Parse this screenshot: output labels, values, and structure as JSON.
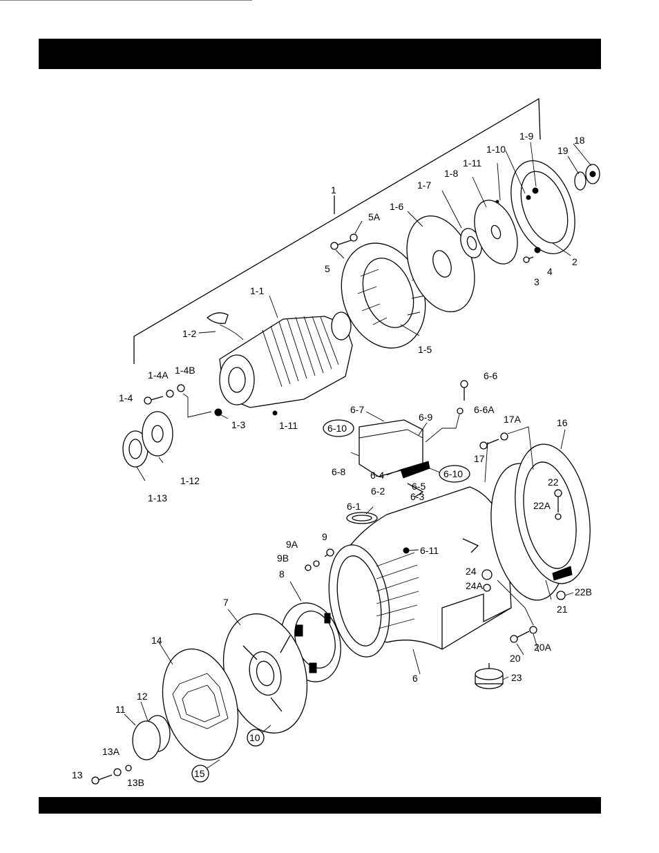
{
  "labels": {
    "l1": "1",
    "l1_1": "1-1",
    "l1_2": "1-2",
    "l1_3": "1-3",
    "l1_4": "1-4",
    "l1_4a": "1-4A",
    "l1_4b": "1-4B",
    "l1_5": "1-5",
    "l1_6": "1-6",
    "l1_7": "1-7",
    "l1_8": "1-8",
    "l1_9": "1-9",
    "l1_10": "1-10",
    "l1_11a": "1-11",
    "l1_11b": "1-11",
    "l1_12": "1-12",
    "l1_13": "1-13",
    "l2": "2",
    "l3": "3",
    "l4": "4",
    "l5": "5",
    "l5a": "5A",
    "l6": "6",
    "l6_1": "6-1",
    "l6_2": "6-2",
    "l6_3": "6-3",
    "l6_4": "6-4",
    "l6_5": "6-5",
    "l6_6": "6-6",
    "l6_6a": "6-6A",
    "l6_7": "6-7",
    "l6_8": "6-8",
    "l6_9": "6-9",
    "l6_10a": "6-10",
    "l6_10b": "6-10",
    "l6_11": "6-11",
    "l7": "7",
    "l8": "8",
    "l9": "9",
    "l9a": "9A",
    "l9b": "9B",
    "l10": "10",
    "l11": "11",
    "l12": "12",
    "l13": "13",
    "l13a": "13A",
    "l13b": "13B",
    "l14": "14",
    "l15": "15",
    "l16": "16",
    "l17": "17",
    "l17a": "17A",
    "l18": "18",
    "l19": "19",
    "l20": "20",
    "l20a": "20A",
    "l21": "21",
    "l22": "22",
    "l22a": "22A",
    "l22b": "22B",
    "l23": "23",
    "l24": "24",
    "l24a": "24A"
  }
}
